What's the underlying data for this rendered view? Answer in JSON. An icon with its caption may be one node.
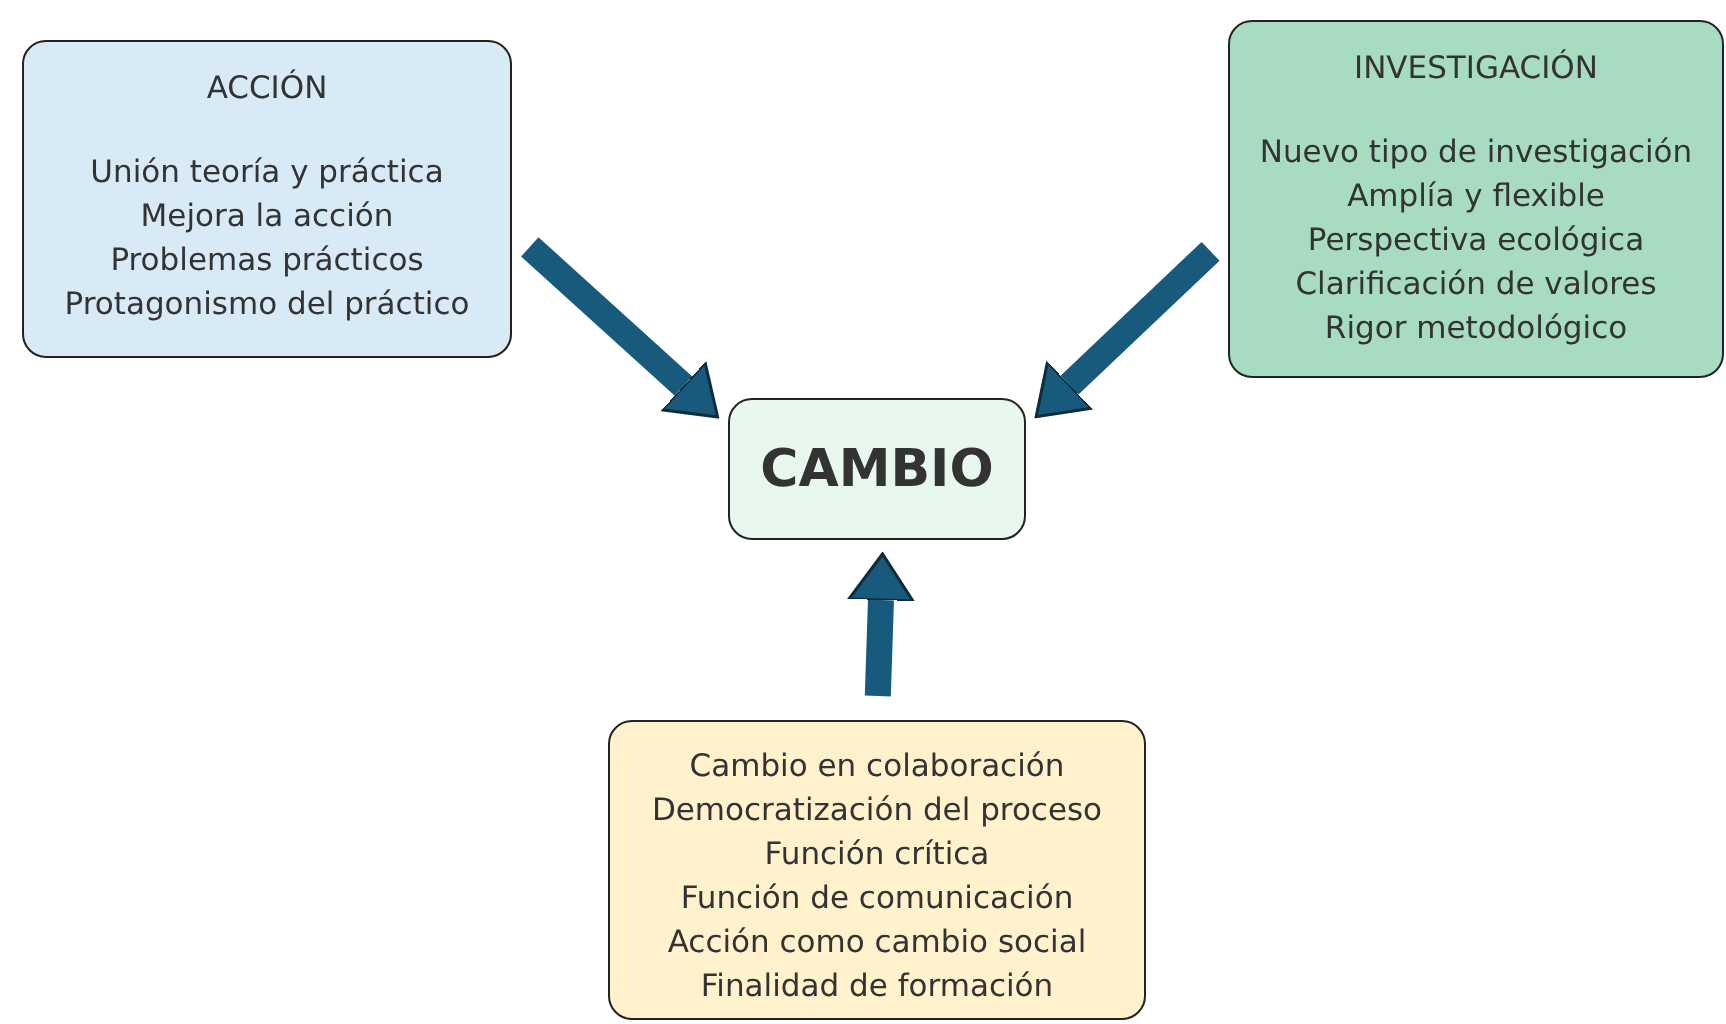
{
  "diagram": {
    "nodes": [
      {
        "text": [
          "ACCIÓN",
          "Unión teoría y práctica",
          "Mejora la acción",
          "Problemas prácticos",
          "Protagonismo del práctico"
        ]
      },
      {
        "text": [
          "INVESTIGACIÓN",
          "Nuevo tipo de investigación",
          "Amplía y flexible",
          "Perspectiva ecológica",
          "Clarificación de valores",
          "Rigor metodológico"
        ]
      },
      {
        "text": [
          "CAMBIO"
        ]
      },
      {
        "text": [
          "Cambio en colaboración",
          "Democratización del proceso",
          "Función crítica",
          "Función de comunicación",
          "Acción como cambio social",
          "Finalidad de formación"
        ]
      }
    ],
    "edges": [
      {
        "from": 0,
        "to": 2,
        "arrow": "to"
      },
      {
        "from": 1,
        "to": 2,
        "arrow": "to"
      },
      {
        "from": 3,
        "to": 2,
        "arrow": "to"
      }
    ]
  }
}
